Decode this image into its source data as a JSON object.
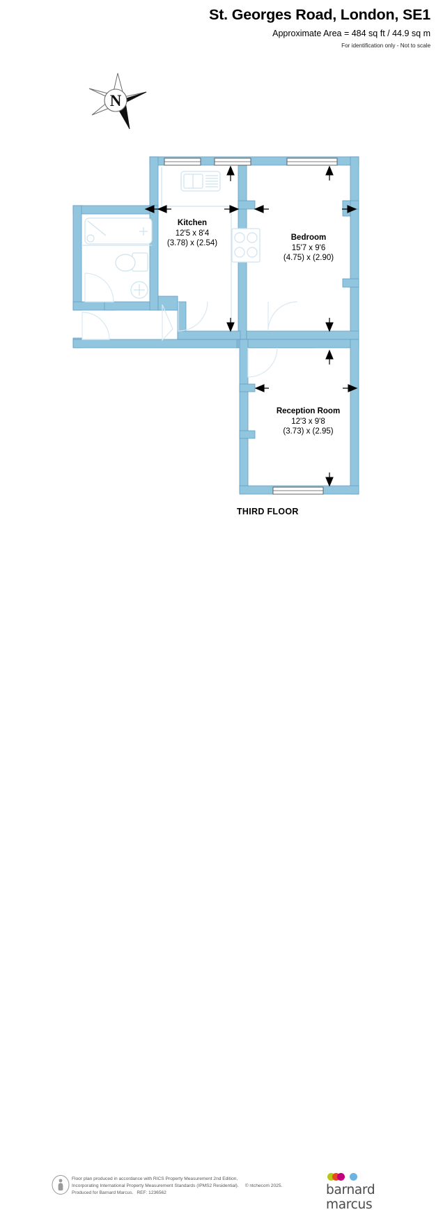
{
  "header": {
    "title": "St. Georges Road, London, SE1",
    "area": "Approximate Area = 484 sq ft / 44.9 sq m",
    "disclaimer": "For identification only - Not to scale"
  },
  "compass": {
    "label": "N",
    "icon": "compass-rose-icon"
  },
  "plan": {
    "floor_caption": "THIRD FLOOR",
    "wall_color": "#92c5de",
    "wall_outline_color": "#5a9ec4",
    "fixture_color": "#cfe3ef",
    "rooms": [
      {
        "id": "kitchen",
        "name": "Kitchen",
        "dim_imperial": "12'5 x 8'4",
        "dim_metric": "(3.78) x (2.54)"
      },
      {
        "id": "bedroom",
        "name": "Bedroom",
        "dim_imperial": "15'7 x 9'6",
        "dim_metric": "(4.75) x (2.90)"
      },
      {
        "id": "reception",
        "name": "Reception Room",
        "dim_imperial": "12'3 x 9'8",
        "dim_metric": "(3.73) x (2.95)"
      }
    ],
    "fixtures": [
      "sink-icon",
      "hob-icon",
      "bath-icon",
      "toilet-icon",
      "wash-basin-icon"
    ]
  },
  "footer": {
    "icon": "person-in-circle-icon",
    "line1": "Floor plan produced in accordance with RICS Property Measurement 2nd Edition,",
    "line2a": "Incorporating International Property Measurement Standards (IPMS2 Residential).",
    "line2b": "© ntchecom 2025.",
    "line3a": "Produced for Barnard Marcus.",
    "line3b": "REF:  1236562",
    "logo_word": "barnard marcus",
    "logo_dot_colors": [
      "#b6c61a",
      "#e8491e",
      "#c2007b",
      "#6bb3e0"
    ]
  }
}
